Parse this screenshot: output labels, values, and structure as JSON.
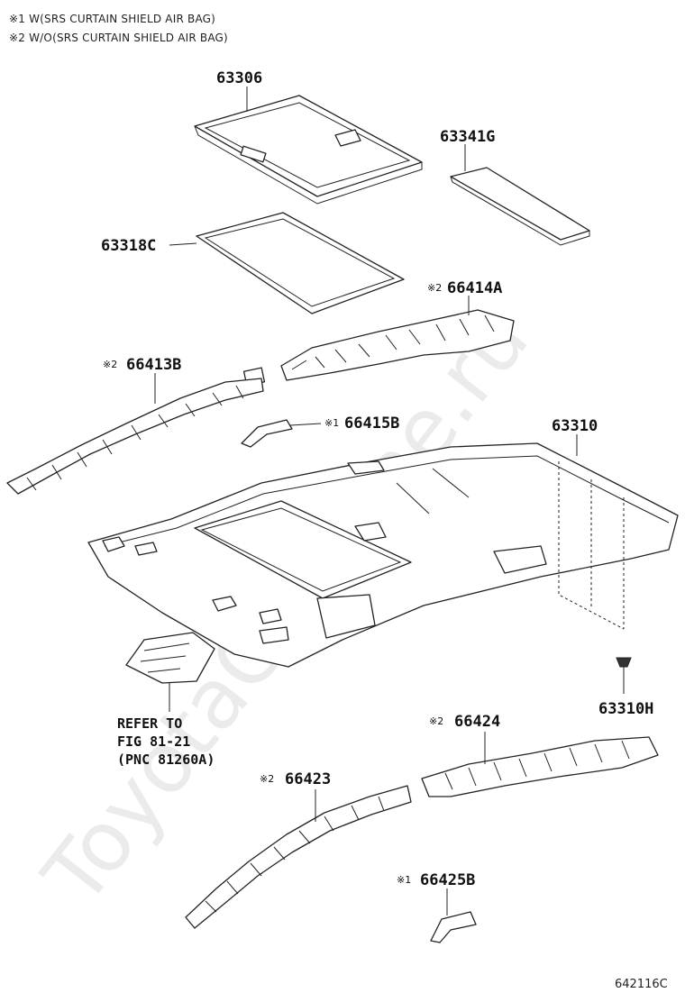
{
  "legend": [
    {
      "mark": "※1",
      "text": "W(SRS CURTAIN SHIELD AIR BAG)"
    },
    {
      "mark": "※2",
      "text": "W/O(SRS CURTAIN SHIELD AIR BAG)"
    }
  ],
  "parts": {
    "p63306": {
      "label": "63306"
    },
    "p63341G": {
      "label": "63341G"
    },
    "p63318C": {
      "label": "63318C"
    },
    "p66414A": {
      "mark": "※2",
      "label": "66414A"
    },
    "p66413B": {
      "mark": "※2",
      "label": "66413B"
    },
    "p66415B": {
      "mark": "※1",
      "label": "66415B"
    },
    "p63310": {
      "label": "63310"
    },
    "p63310H": {
      "label": "63310H"
    },
    "p66424": {
      "mark": "※2",
      "label": "66424"
    },
    "p66423": {
      "mark": "※2",
      "label": "66423"
    },
    "p66425B": {
      "mark": "※1",
      "label": "66425B"
    }
  },
  "reference": {
    "line1": "REFER TO",
    "line2": "FIG 81-21",
    "line3": "(PNC 81260A)"
  },
  "drawing_code": "642116C",
  "watermark": "ToyotaCarMine.ru"
}
